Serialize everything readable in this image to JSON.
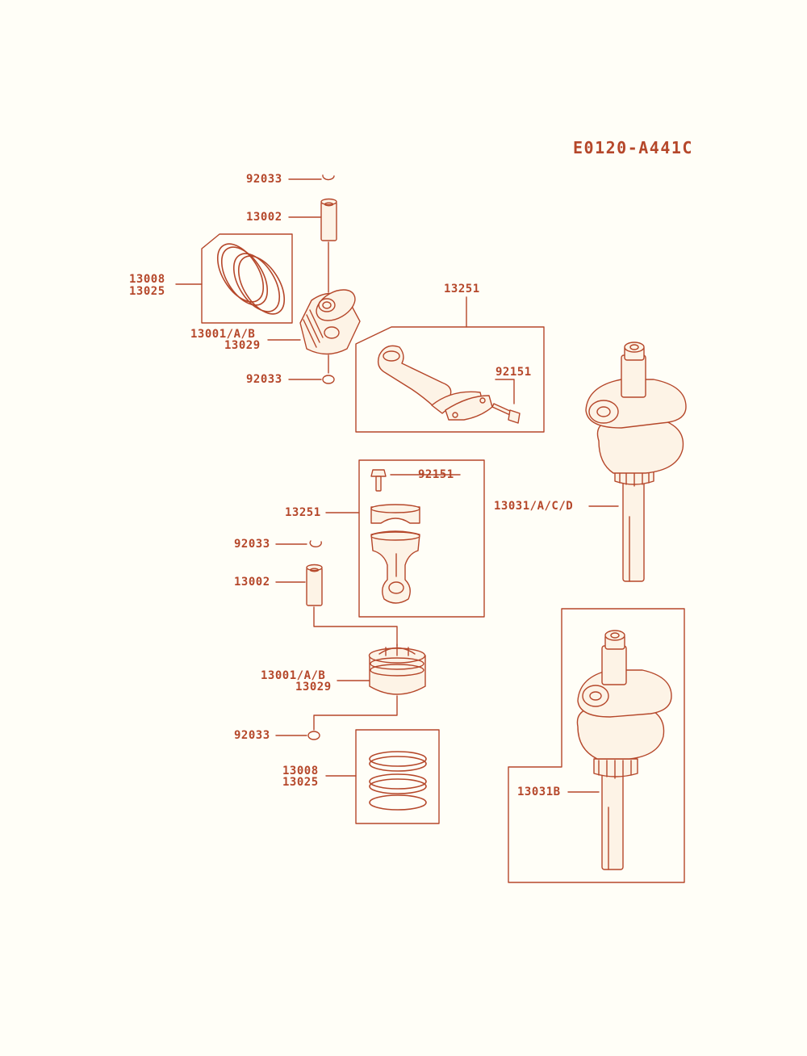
{
  "diagram_id": "E0120-A441C",
  "colors": {
    "line": "#b5472a",
    "fill": "#fdf3e6",
    "background": "#fffef7"
  },
  "labels": {
    "snap_ring_top_1": "92033",
    "pin_top": "13002",
    "ring_set_top_a": "13008",
    "ring_set_top_b": "13025",
    "piston_top_a": "13001/A/B",
    "piston_top_b": "13029",
    "snap_ring_top_2": "92033",
    "rod_top": "13251",
    "bolt_top": "92151",
    "bolt_bottom": "92151",
    "rod_bottom": "13251",
    "crankshaft_top": "13031/A/C/D",
    "snap_ring_bottom_1": "92033",
    "pin_bottom": "13002",
    "piston_bottom_a": "13001/A/B",
    "piston_bottom_b": "13029",
    "snap_ring_bottom_2": "92033",
    "ring_set_bottom_a": "13008",
    "ring_set_bottom_b": "13025",
    "crankshaft_bottom": "13031B"
  }
}
